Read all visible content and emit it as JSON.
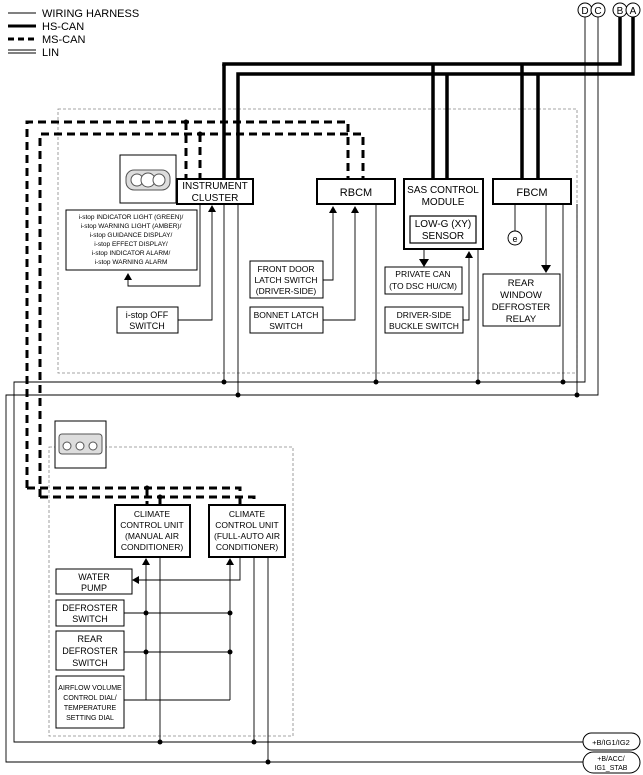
{
  "legend": {
    "wiring_harness": "WIRING HARNESS",
    "hs_can": "HS-CAN",
    "ms_can": "MS-CAN",
    "lin": "LIN"
  },
  "connectors": {
    "d": "D",
    "c": "C",
    "b": "B",
    "a": "A"
  },
  "modules": {
    "instrument_cluster": [
      "INSTRUMENT",
      "CLUSTER"
    ],
    "rbcm": "RBCM",
    "sas_control": [
      "SAS CONTROL",
      "MODULE"
    ],
    "low_g_sensor": [
      "LOW-G (XY)",
      "SENSOR"
    ],
    "fbcm": "FBCM",
    "climate_manual": [
      "CLIMATE",
      "CONTROL UNIT",
      "(MANUAL AIR",
      "CONDITIONER)"
    ],
    "climate_auto": [
      "CLIMATE",
      "CONTROL UNIT",
      "(FULL-AUTO AIR",
      "CONDITIONER)"
    ]
  },
  "components": {
    "istop_indicators": [
      "i-stop INDICATOR LIGHT (GREEN)/",
      "i-stop WARNING LIGHT (AMBER)/",
      "i-stop GUIDANCE DISPLAY/",
      "i-stop EFFECT DISPLAY/",
      "i-stop INDICATOR ALARM/",
      "i-stop WARNING ALARM"
    ],
    "istop_off_switch": [
      "i-stop OFF",
      "SWITCH"
    ],
    "front_door_latch": [
      "FRONT DOOR",
      "LATCH SWITCH",
      "(DRIVER-SIDE)"
    ],
    "bonnet_latch": [
      "BONNET LATCH",
      "SWITCH"
    ],
    "private_can": [
      "PRIVATE CAN",
      "(TO DSC HU/CM)"
    ],
    "buckle_switch": [
      "DRIVER-SIDE",
      "BUCKLE SWITCH"
    ],
    "rear_window_relay": [
      "REAR",
      "WINDOW",
      "DEFROSTER",
      "RELAY"
    ],
    "water_pump": [
      "WATER",
      "PUMP"
    ],
    "defroster_switch": [
      "DEFROSTER",
      "SWITCH"
    ],
    "rear_defroster_switch": [
      "REAR",
      "DEFROSTER",
      "SWITCH"
    ],
    "airflow_dial": [
      "AIRFLOW VOLUME",
      "CONTROL DIAL/",
      "TEMPERATURE",
      "SETTING DIAL"
    ]
  },
  "ground_label": "e",
  "power": {
    "ig2": "+B/IG1/IG2",
    "stab": [
      "+B/ACC/",
      "IG1_STAB"
    ]
  }
}
